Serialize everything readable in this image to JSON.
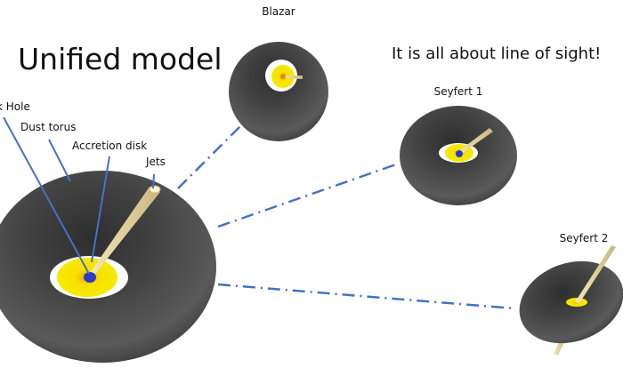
{
  "title": "Unified model",
  "subtitle": "It is all about line of sight!",
  "labels": {
    "black_hole": "k Hole",
    "dust_torus": "Dust torus",
    "accretion_disk": "Accretion disk",
    "jets": "Jets"
  },
  "views": {
    "blazar": "Blazar",
    "seyfert1": "Seyfert 1",
    "seyfert2": "Seyfert 2"
  },
  "colors": {
    "torus": "#4a4a4a",
    "disk": "#f5e400",
    "hole": "#2a3cc8",
    "jet": "#e8d9a0",
    "line": "#4472c4"
  }
}
